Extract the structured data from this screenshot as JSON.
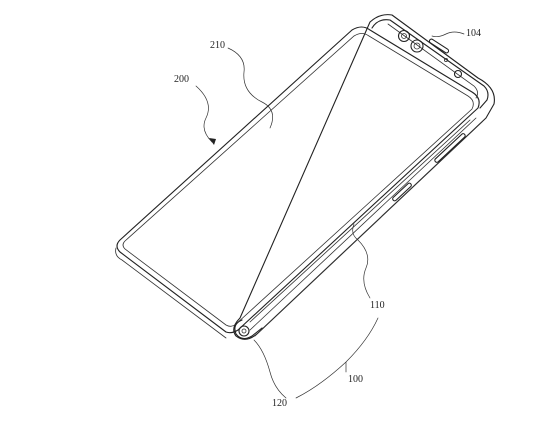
{
  "labels": {
    "l200": "200",
    "l210": "210",
    "l104": "104",
    "l110": "110",
    "l100": "100",
    "l120": "120"
  },
  "colors": {
    "line": "#222222",
    "background": "#ffffff"
  }
}
